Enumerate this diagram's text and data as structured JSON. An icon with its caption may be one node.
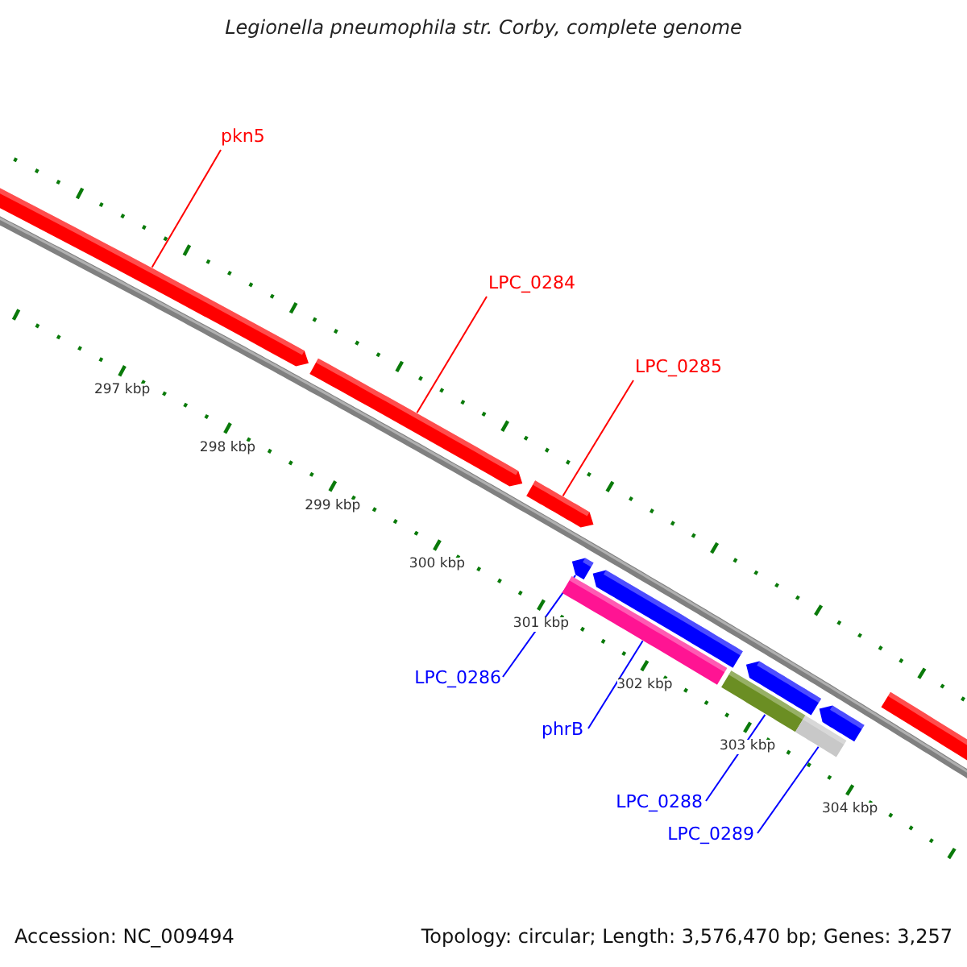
{
  "diagram": {
    "title": "Legionella pneumophila str. Corby, complete genome",
    "nodes": [
      {
        "text": [
          "pkn5"
        ]
      },
      {
        "text": [],
        "shape": "arrow"
      },
      {
        "text": [
          "LPC_0284"
        ]
      },
      {
        "text": [],
        "shape": "arrow"
      },
      {
        "text": [
          "LPC_0285"
        ]
      },
      {
        "text": [],
        "shape": "arrow"
      },
      {
        "text": [],
        "shape": "arrow"
      },
      {
        "text": [],
        "shape": "arrow"
      },
      {
        "text": [],
        "shape": "bar"
      },
      {
        "text": [],
        "shape": "arrow"
      },
      {
        "text": [],
        "shape": "arrow"
      },
      {
        "text": [],
        "shape": "bar"
      },
      {
        "text": [],
        "shape": "bar"
      },
      {
        "text": [],
        "shape": "arrow"
      },
      {
        "text": [
          "LPC_0286"
        ]
      },
      {
        "text": [
          "phrB"
        ]
      },
      {
        "text": [
          "LPC_0288"
        ]
      },
      {
        "text": [
          "LPC_0289"
        ]
      }
    ],
    "edges": [
      {
        "from": 0,
        "to": 1,
        "arrow": "none",
        "color": "#ff0000"
      },
      {
        "from": 2,
        "to": 3,
        "arrow": "none",
        "color": "#ff0000"
      },
      {
        "from": 4,
        "to": 5,
        "arrow": "none",
        "color": "#ff0000"
      },
      {
        "from": 14,
        "to": 6,
        "arrow": "none"
      },
      {
        "from": 15,
        "to": 8,
        "arrow": "none"
      },
      {
        "from": 16,
        "to": 11,
        "arrow": "none"
      },
      {
        "from": 17,
        "to": 12,
        "arrow": "none"
      }
    ],
    "labels": [
      "297 kbp",
      "298 kbp",
      "299 kbp",
      "300 kbp",
      "301 kbp",
      "302 kbp",
      "303 kbp",
      "304 kbp",
      "Accession: NC_009494",
      "Topology: circular; Length: 3,576,470 bp; Genes: 3,257"
    ]
  }
}
